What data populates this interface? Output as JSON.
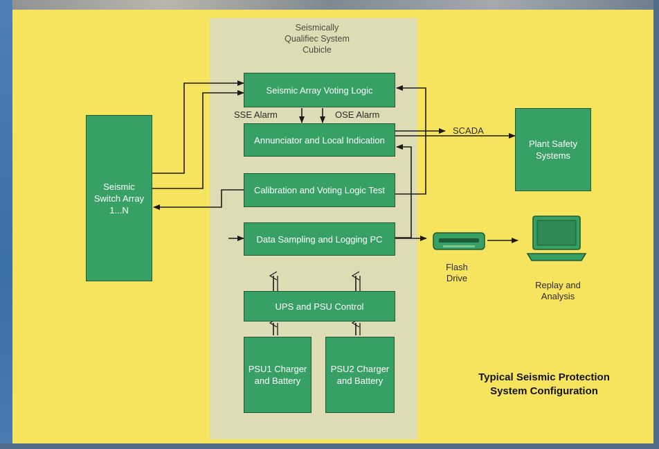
{
  "cubicle": {
    "title": "Seismically Qualifiec System Cubicle"
  },
  "blocks": {
    "voting_logic": "Seismic Array Voting Logic",
    "annunciator": "Annunciator and Local Indication",
    "calibration": "Calibration and Voting Logic Test",
    "data_logging": "Data Sampling and Logging PC",
    "ups_control": "UPS and PSU Control",
    "psu1": "PSU1 Charger and Battery",
    "psu2": "PSU2 Charger and Battery",
    "switch_array": "Seismic Switch Array 1...N",
    "plant_safety": "Plant Safety Systems"
  },
  "labels": {
    "sse_alarm": "SSE Alarm",
    "ose_alarm": "OSE Alarm",
    "scada": "SCADA",
    "flash_drive": "Flash Drive",
    "replay": "Replay and Analysis"
  },
  "caption": "Typical Seismic Protection System Configuration",
  "icons": [
    "flash-drive-icon",
    "laptop-icon"
  ],
  "colors": {
    "background": "#f7e45e",
    "cubicle": "#dedcb4",
    "block_fill": "#37a064",
    "block_border": "#1e5a38",
    "wire": "#1a1a1a"
  }
}
